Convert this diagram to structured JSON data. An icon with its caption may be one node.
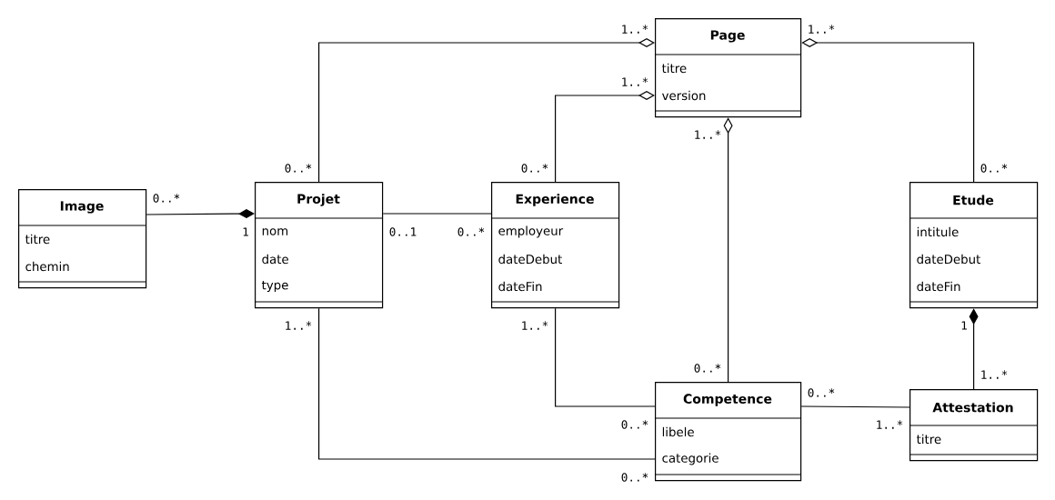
{
  "diagram": {
    "nodes": [
      {
        "text": [
          "Page",
          "titre",
          "version"
        ]
      },
      {
        "text": [
          "Image",
          "titre",
          "chemin"
        ]
      },
      {
        "text": [
          "Projet",
          "nom",
          "date",
          "type"
        ]
      },
      {
        "text": [
          "Experience",
          "employeur",
          "dateDebut",
          "dateFin"
        ]
      },
      {
        "text": [
          "Etude",
          "intitule",
          "dateDebut",
          "dateFin"
        ]
      },
      {
        "text": [
          "Competence",
          "libele",
          "categorie"
        ]
      },
      {
        "text": [
          "Attestation",
          "titre"
        ]
      }
    ],
    "edges": [
      {
        "from": 2,
        "to": 0,
        "arrow": "other"
      },
      {
        "from": 3,
        "to": 0,
        "arrow": "other"
      },
      {
        "from": 4,
        "to": 0,
        "arrow": "other"
      },
      {
        "from": 5,
        "to": 0,
        "arrow": "other"
      },
      {
        "from": 1,
        "to": 2,
        "arrow": "other"
      },
      {
        "from": 2,
        "to": 3,
        "arrow": "none"
      },
      {
        "from": 3,
        "to": 5,
        "arrow": "none"
      },
      {
        "from": 2,
        "to": 5,
        "arrow": "none"
      },
      {
        "from": 6,
        "to": 4,
        "arrow": "other"
      },
      {
        "from": 5,
        "to": 6,
        "arrow": "none"
      }
    ],
    "labels": [
      "1..*",
      "1..*",
      "1..*",
      "1..*",
      "0..*",
      "0..*",
      "0..*",
      "0..*",
      "1",
      "0..1",
      "0..*",
      "1..*",
      "1..*",
      "1",
      "0..*",
      "1..*",
      "0..*",
      "0..*",
      "1..*",
      "0..*"
    ]
  }
}
